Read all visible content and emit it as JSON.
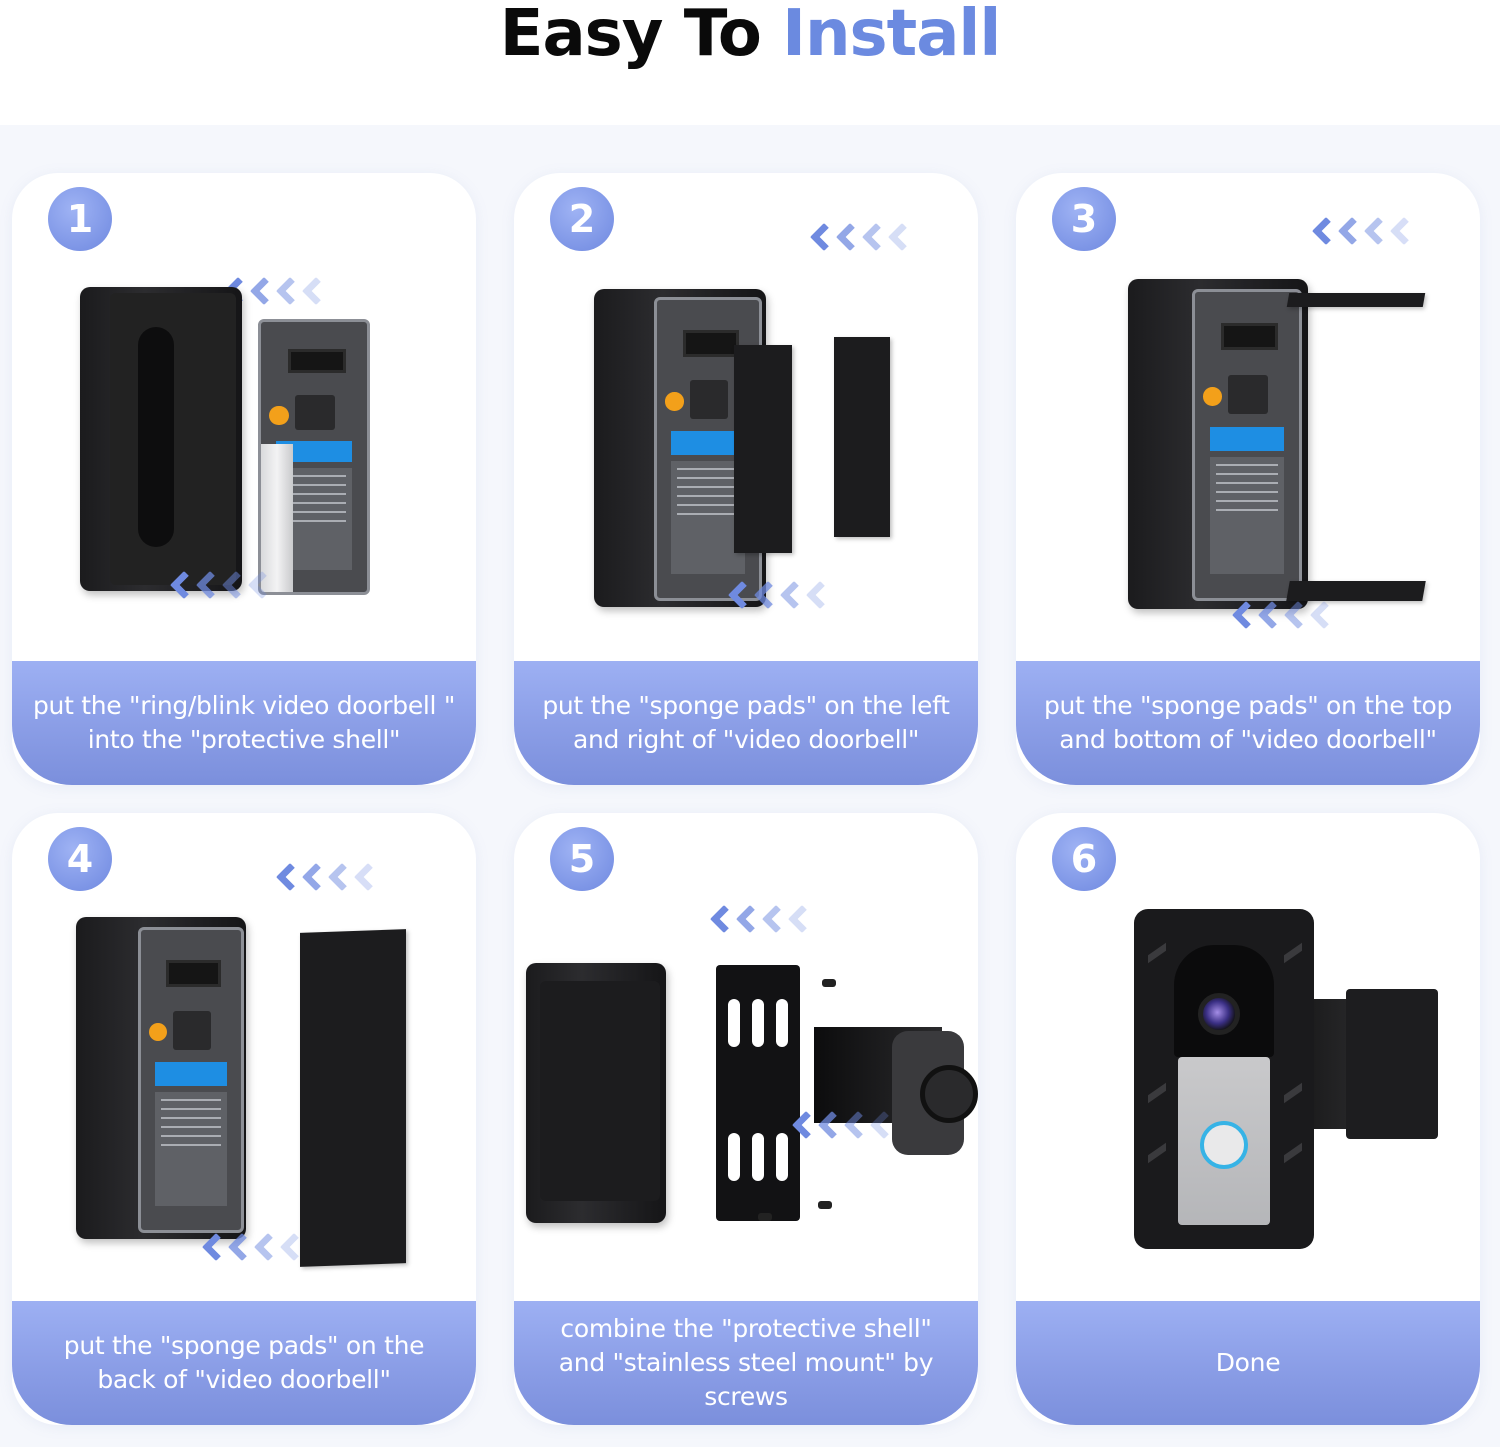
{
  "header": {
    "title_part1": "Easy To ",
    "title_part2": "Install",
    "accent_color": "#6b8ae0"
  },
  "theme": {
    "caption_gradient_top": "#9db0f3",
    "caption_gradient_bottom": "#7b8fdc",
    "badge_color": "#7d95e6",
    "arrow_color": "#6f8ae0",
    "panel_background": "#f5f7fc"
  },
  "steps": [
    {
      "number": "1",
      "caption": "put the \"ring/blink video doorbell \" into the \"protective shell\"",
      "illustration": "doorbell-inserted-into-shell"
    },
    {
      "number": "2",
      "caption": "put the \"sponge pads\" on the left and right of \"video doorbell\"",
      "illustration": "side-sponge-pads"
    },
    {
      "number": "3",
      "caption": "put the \"sponge pads\" on the top and bottom of \"video doorbell\"",
      "illustration": "top-bottom-sponge-pads"
    },
    {
      "number": "4",
      "caption": "put the \"sponge pads\" on the back of \"video doorbell\"",
      "illustration": "back-sponge-pad"
    },
    {
      "number": "5",
      "caption": "combine the \"protective shell\" and \"stainless steel mount\" by screws",
      "illustration": "shell-and-mount-with-screws"
    },
    {
      "number": "6",
      "caption": "Done",
      "illustration": "assembled-doorbell-mount"
    }
  ]
}
